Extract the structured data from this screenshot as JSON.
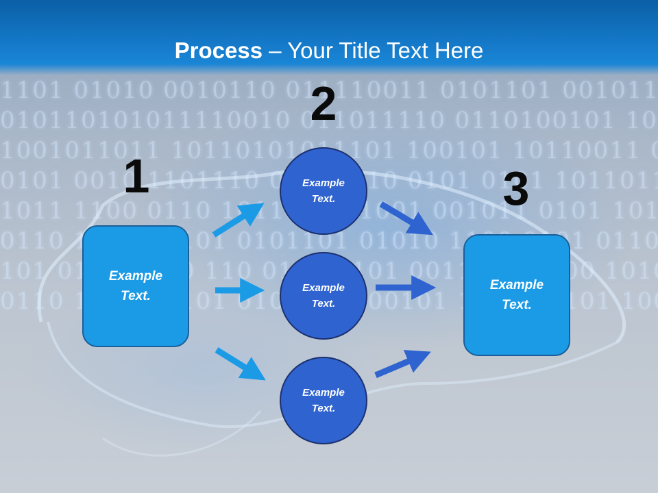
{
  "title": {
    "bold": "Process",
    "rest": " – Your Title Text Here"
  },
  "numbers": {
    "n1": "1",
    "n2": "2",
    "n3": "3"
  },
  "boxes": {
    "left": "Example Text.",
    "right": "Example Text."
  },
  "circles": {
    "top": "Example Text.",
    "middle": "Example Text.",
    "bottom": "Example Text."
  },
  "colors": {
    "header": "#1478c7",
    "box_fill": "#1b9be6",
    "circle_fill": "#2f63cf",
    "arrow_light": "#1b9be6",
    "arrow_dark": "#2f63cf"
  }
}
